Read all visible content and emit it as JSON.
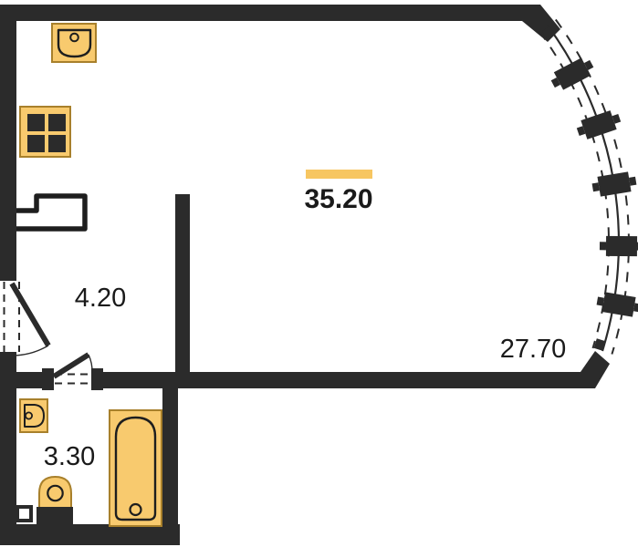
{
  "plan": {
    "type": "apartment-floor-plan",
    "rooms": {
      "total": {
        "label": "35.20",
        "role": "total-area"
      },
      "hallway": {
        "label": "4.20",
        "role": "hall"
      },
      "living": {
        "label": "27.70",
        "role": "main-room"
      },
      "bathroom": {
        "label": "3.30",
        "role": "bathroom"
      }
    },
    "fixtures": [
      "kitchen-sink",
      "stove",
      "vent-shaft",
      "entry-door",
      "bathroom-door",
      "washbasin",
      "toilet",
      "bathtub",
      "window-wall"
    ],
    "colors": {
      "wall": "#2b2b2b",
      "fixture_fill": "#F8CA6E",
      "fixture_border": "#A8802B",
      "accent_bar": "#F7C661",
      "text": "#1a1a1a",
      "background": "#ffffff"
    }
  }
}
